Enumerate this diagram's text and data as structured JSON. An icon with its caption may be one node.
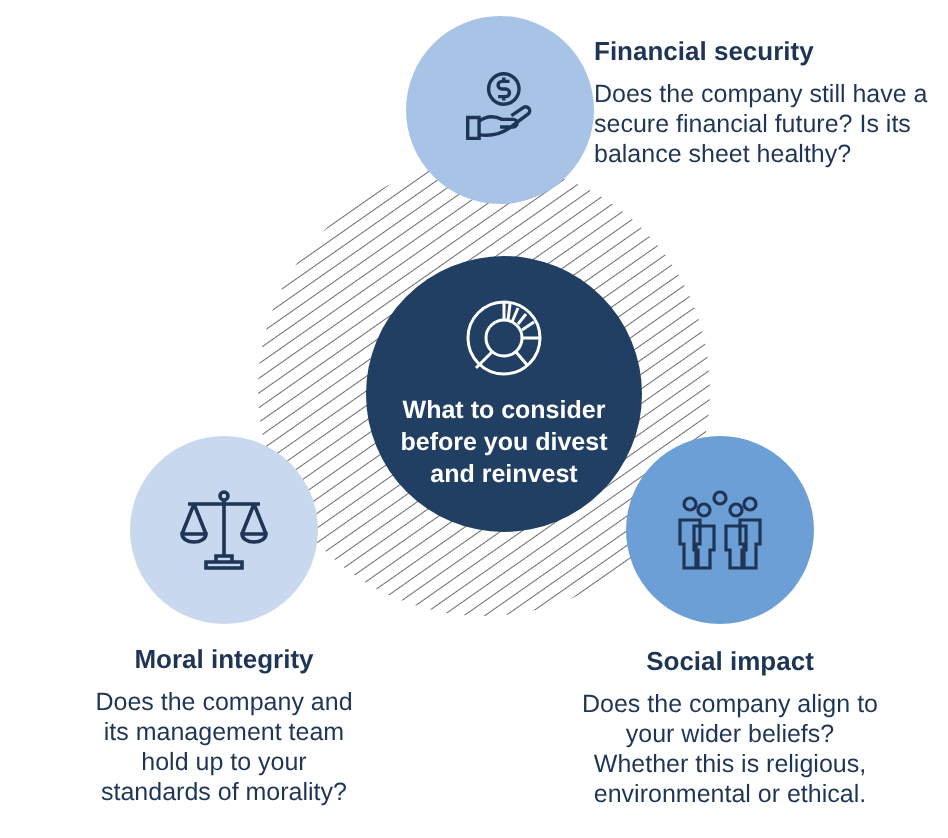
{
  "diagram": {
    "nodes": [
      {
        "text": [
          "What to consider before you divest and reinvest"
        ]
      },
      {
        "text": [
          "Financial security",
          "Does the company still have a secure financial future? Is its balance sheet healthy?"
        ]
      },
      {
        "text": [
          "Moral integrity",
          "Does the company and its management team hold up to your standards of morality?"
        ]
      },
      {
        "text": [
          "Social impact",
          "Does the company align to your wider beliefs? Whether this is religious, environmental or ethical."
        ]
      }
    ]
  }
}
